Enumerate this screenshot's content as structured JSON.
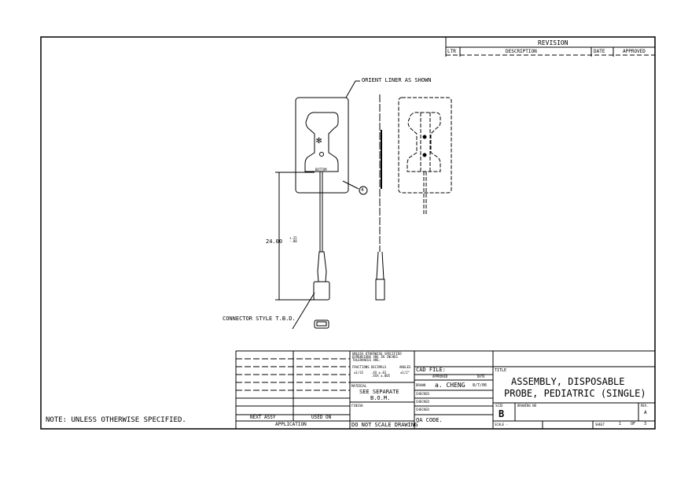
{
  "revision": {
    "header": "REVISION",
    "columns": [
      "LTR",
      "DESCRIPTION",
      "DATE",
      "APPROVED"
    ]
  },
  "drawing": {
    "orient_note": "ORIENT LINER AS SHOWN",
    "dimension": "24.00",
    "tolerance": "+.25 -.00",
    "connector_note": "CONNECTOR STYLE T.B.D.",
    "balloon": "4",
    "pad_label_bottom": "BOTTOM"
  },
  "note": "NOTE: UNLESS OTHERWISE SPECIFIED.",
  "application": {
    "next_assy": "NEXT ASSY",
    "used_on": "USED ON",
    "label": "APPLICATION"
  },
  "tolerances": {
    "header": "UNLESS OTHERWISE SPECIFIED DIMENSIONS ARE IN INCHES TOLERANCES ARE:",
    "fractions": "FRACTIONS",
    "fractions_val": "±1/32",
    "decimals": "DECIMALS",
    "decimals_val": ".XX ±.01  .XXX ±.005",
    "angles": "ANGLES",
    "angles_val": "±1/2°"
  },
  "material": {
    "label": "MATERIAL",
    "value1": "SEE SEPARATE",
    "value2": "B.O.M."
  },
  "finish": {
    "label": "FINISH"
  },
  "do_not_scale": "DO NOT SCALE DRAWING",
  "approvals": {
    "cad_file": "CAD FILE:",
    "approved": "APPROVED",
    "date": "DATE",
    "drawn": "DRAWN",
    "drawn_by": "a. CHENG",
    "drawn_date": "8/7/06",
    "checked": "CHECKED",
    "checked2": "CHECKED",
    "checked3": "CHECKED",
    "qa_code": "QA CODE."
  },
  "title": {
    "label": "TITLE",
    "line1": "ASSEMBLY, DISPOSABLE",
    "line2": "PROBE, PEDIATRIC (SINGLE)",
    "size_label": "SIZE",
    "size": "B",
    "dwg_no_label": "DRAWING NO",
    "rev_label": "REV.",
    "rev": "A",
    "scale_label": "SCALE -",
    "sheet_label": "SHEET",
    "sheet": "1",
    "of": "OF",
    "sheets": "3"
  }
}
